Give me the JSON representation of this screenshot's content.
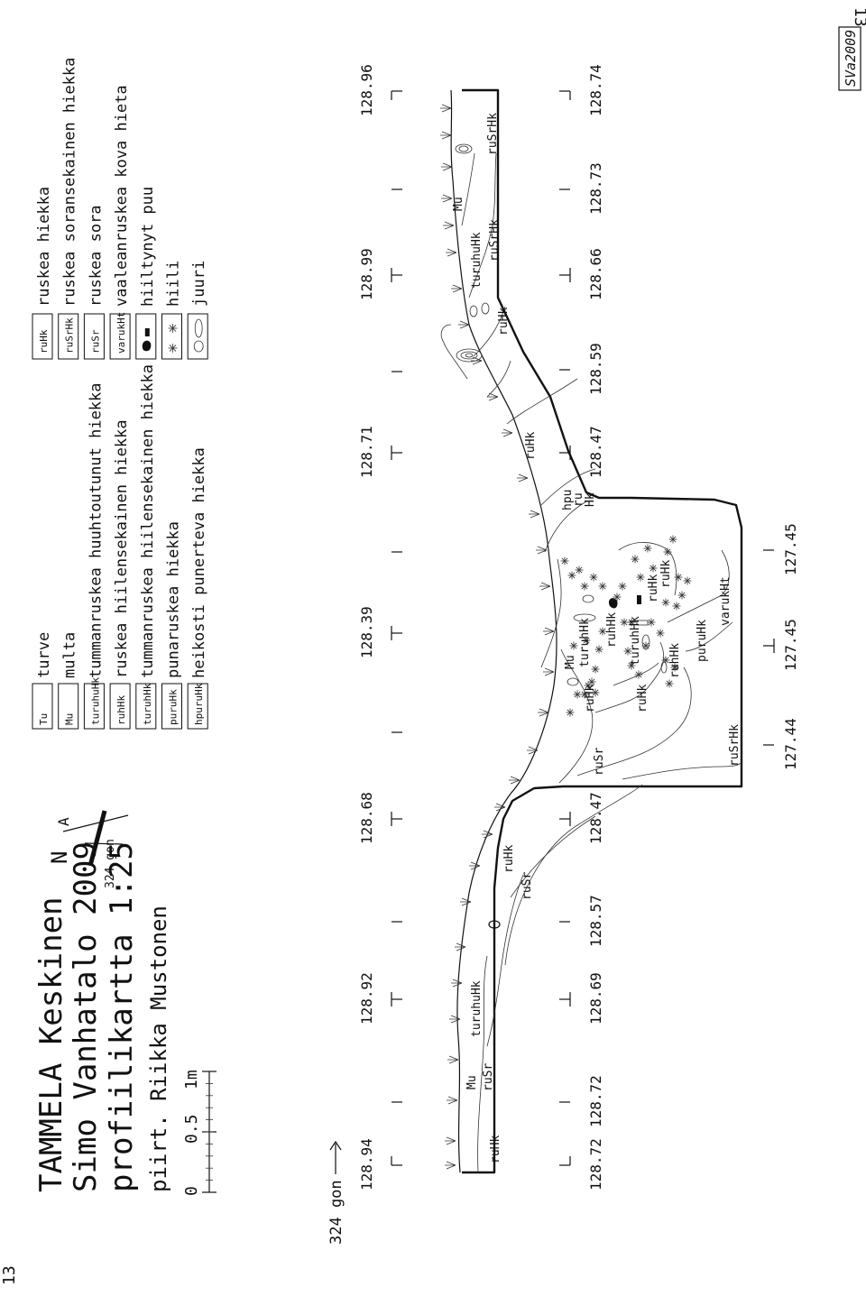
{
  "page_numbers": {
    "top_right": "13",
    "top_left": "13"
  },
  "title": {
    "line1": "TAMMELA Keskinen",
    "line2": "Simo Vanhatalo 2009",
    "line3": "profiilikartta 1:25",
    "author": "piirt. Riikka Mustonen"
  },
  "scale_bar": {
    "labels": [
      "0",
      "0.5",
      "1m"
    ]
  },
  "north_arrow": {
    "north": "N",
    "point": "A",
    "bearing": "324 gon"
  },
  "direction": "324 gon",
  "signature": "SVa2009",
  "legend_left": [
    {
      "code": "Tu",
      "text": "turve"
    },
    {
      "code": "Mu",
      "text": "multa"
    },
    {
      "code": "turuhuHk",
      "text": "tummanruskea huuhtoutunut hiekka"
    },
    {
      "code": "ruhHk",
      "text": "ruskea hiilensekainen hiekka"
    },
    {
      "code": "turuhHk",
      "text": "tummanruskea hiilensekainen hiekka"
    },
    {
      "code": "puruHk",
      "text": "punaruskea hiekka"
    },
    {
      "code": "hpuruHk",
      "text": "heikosti punerteva hiekka"
    }
  ],
  "legend_right": [
    {
      "code": "ruHk",
      "text": "ruskea hiekka"
    },
    {
      "code": "ruSrHk",
      "text": "ruskea soransekainen hiekka"
    },
    {
      "code": "ruSr",
      "text": "ruskea sora"
    },
    {
      "code": "varukHt",
      "text": "vaaleanruskea kova hieta"
    },
    {
      "code": "",
      "text": "hiiltynyt puu",
      "symbol": "charcoal-wood"
    },
    {
      "code": "",
      "text": "hiili",
      "symbol": "charcoal"
    },
    {
      "code": "",
      "text": "juuri",
      "symbol": "root"
    }
  ],
  "elevations_top": [
    "128.94",
    "128.92",
    "128.68",
    "128.39",
    "128.71",
    "128.99",
    "128.96"
  ],
  "elevations_bottom": [
    "128.72",
    "128.72",
    "128.69",
    "128.57",
    "128.47",
    "128.47",
    "128.59",
    "128.66",
    "128.73",
    "128.74"
  ],
  "elevations_pit": [
    "127.44",
    "127.45",
    "127.45"
  ],
  "layer_labels": {
    "ruHk_1": "ruHk",
    "ruSr_1": "ruSr",
    "Mu_1": "Mu",
    "turuhuHk_1": "turuhuHk",
    "ruHk_2": "ruHk",
    "ruSr_2": "ruSr",
    "ruSr_3": "ruSr",
    "ruHk_3": "ruHk",
    "Mu_2": "Mu",
    "turuhHk_1": "turuhHk",
    "ruhHk_1": "ruhHk",
    "ruHk_4": "ruHk",
    "turuhHk_2": "turuhHk",
    "ruHk_5": "ruHk",
    "ruhHk_2": "ruhHk",
    "ruHk_6": "ruHk",
    "puruHk": "puruHk",
    "ruSrHk_1": "ruSrHk",
    "varukHt": "varukHt",
    "hpu": "hpu",
    "ru": "ru",
    "Hk": "Hk",
    "ruHk_7": "ruHk",
    "ruHk_8": "ruHk",
    "turuhuHk_2": "turuhuHk",
    "ruSrHk_2": "ruSrHk",
    "Mu_3": "Mu",
    "ruSrHk_3": "ruSrHk"
  }
}
